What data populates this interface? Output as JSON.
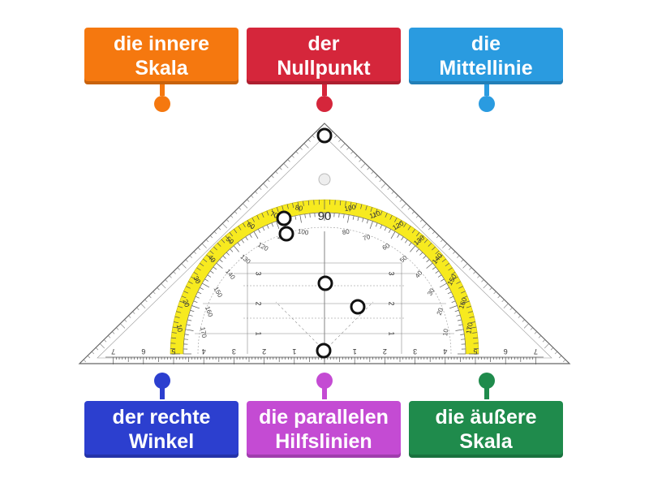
{
  "labels": [
    {
      "id": "inner-scale",
      "text": "die innere\nSkala",
      "color": "#f5780f"
    },
    {
      "id": "zero-point",
      "text": "der\nNullpunkt",
      "color": "#d5263b"
    },
    {
      "id": "center-line",
      "text": "die\nMittellinie",
      "color": "#2a9be0"
    },
    {
      "id": "right-angle",
      "text": "der rechte\nWinkel",
      "color": "#2c3fcf"
    },
    {
      "id": "parallel-lines",
      "text": "die parallelen\nHilfslinien",
      "color": "#c44bd3"
    },
    {
      "id": "outer-scale",
      "text": "die äußere\nSkala",
      "color": "#1f8b4c"
    }
  ],
  "colors": {
    "scale_band": "#f7ea1f",
    "ruler_ink": "#555555",
    "marker": "#111111"
  },
  "protractor": {
    "center_label": "90",
    "outer_scale_labels": [
      "10",
      "20",
      "30",
      "40",
      "50",
      "60",
      "70",
      "80",
      "100",
      "110",
      "120",
      "130",
      "140",
      "150",
      "160",
      "170"
    ],
    "inner_scale_labels": [
      "10",
      "20",
      "30",
      "40",
      "50",
      "60",
      "70",
      "80",
      "100",
      "110",
      "120",
      "130",
      "140",
      "150",
      "160",
      "170"
    ],
    "ruler_labels": [
      "7",
      "6",
      "5",
      "4",
      "3",
      "2",
      "1",
      "1",
      "2",
      "3",
      "4",
      "5",
      "6",
      "7"
    ],
    "grid_labels": [
      "1",
      "2",
      "3"
    ]
  }
}
